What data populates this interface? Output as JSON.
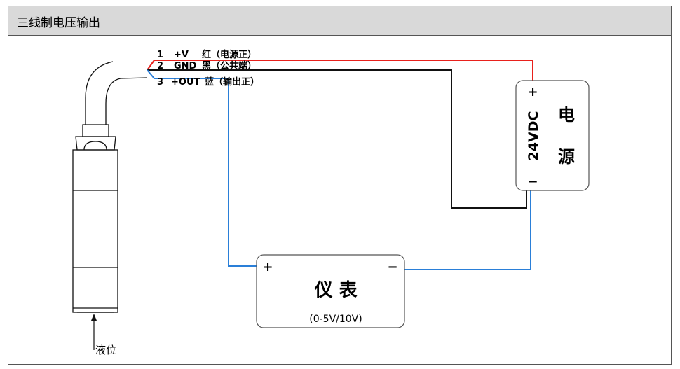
{
  "header": {
    "title": "三线制电压输出"
  },
  "wires": [
    {
      "num": "1",
      "signal": "+V",
      "desc": "红（电源正）",
      "color": "#e8211c"
    },
    {
      "num": "2",
      "signal": "GND",
      "desc": "黑（公共端）",
      "color": "#111111"
    },
    {
      "num": "3",
      "signal": "+OUT",
      "desc": "蓝（输出正）",
      "color": "#2a7fd8"
    }
  ],
  "power_supply": {
    "plus": "+",
    "minus": "−",
    "voltage": "24VDC",
    "label_line1": "电",
    "label_line2": "源"
  },
  "meter": {
    "plus": "+",
    "minus": "−",
    "label": "仪 表",
    "range": "(0-5V/10V)"
  },
  "sensor": {
    "level_label": "液位"
  }
}
